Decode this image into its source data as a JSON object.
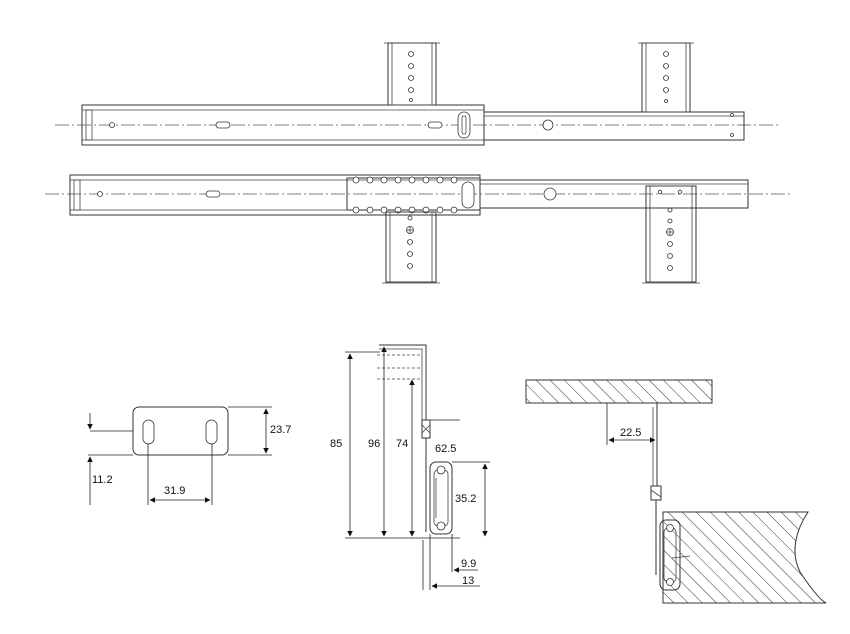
{
  "dimensions": {
    "bracket_height": "23.7",
    "bracket_offset": "11.2",
    "bracket_hole_spacing": "31.9",
    "side_85": "85",
    "side_96": "96",
    "side_74": "74",
    "side_62_5": "62.5",
    "side_35_2": "35.2",
    "side_9_9": "9.9",
    "side_13": "13",
    "install_22_5": "22.5"
  }
}
